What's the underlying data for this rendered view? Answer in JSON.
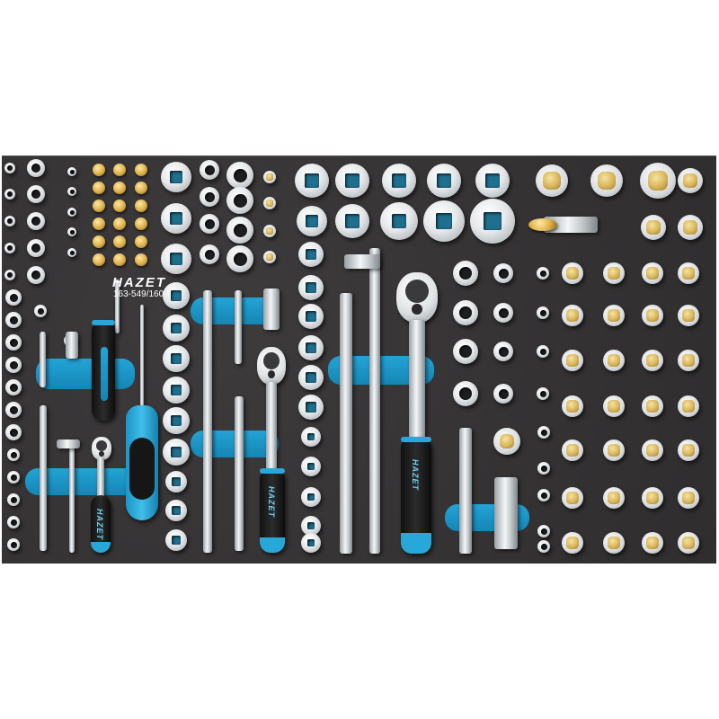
{
  "product": {
    "brand": "HAZET",
    "part_number": "163-549/160",
    "description": "Tool insert tray with sockets, bits, ratchets, extensions and screwdrivers"
  },
  "colors": {
    "tray_foam": "#363435",
    "accent_blue": "#1a8fbf",
    "chrome": "#e6e8ea",
    "gold_bits": "#dcae4a",
    "background": "#ffffff"
  },
  "handle_logos": [
    "HAZET",
    "HAZET",
    "HAZET"
  ],
  "regions": [
    {
      "name": "1/4in sockets left columns",
      "count_approx": 22
    },
    {
      "name": "gold bit grid",
      "rows": 6,
      "cols": 3
    },
    {
      "name": "3/8in sockets",
      "count_approx": 30
    },
    {
      "name": "1/2in sockets large",
      "count_approx": 10
    },
    {
      "name": "bit sockets right grid",
      "rows": 7,
      "cols": 4
    }
  ]
}
